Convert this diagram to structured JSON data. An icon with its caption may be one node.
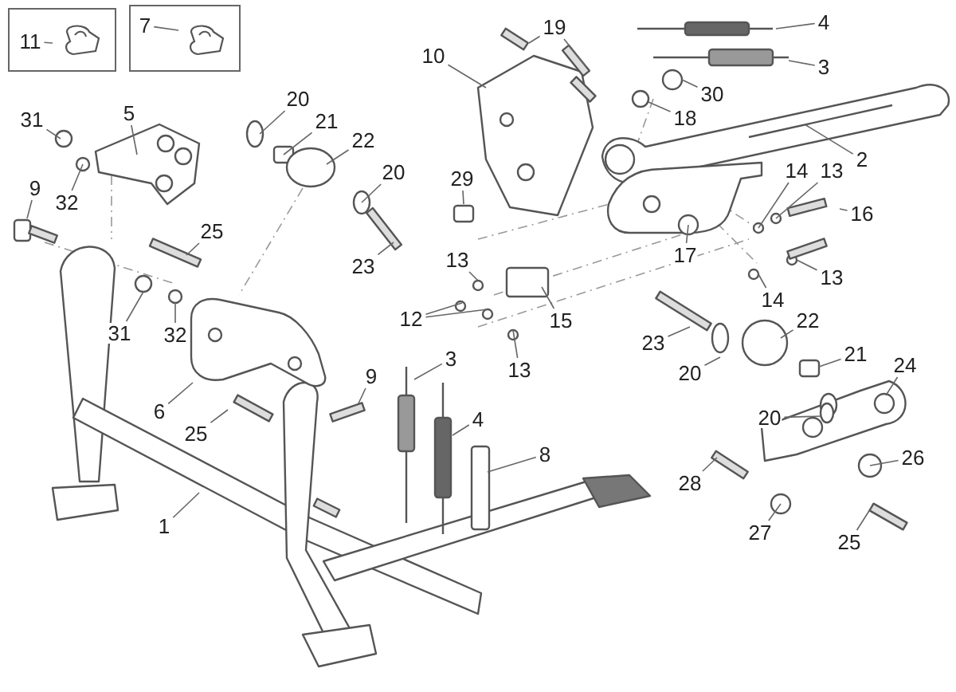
{
  "diagram": {
    "nodes": [
      {
        "text": [],
        "shape": "box"
      },
      {
        "text": [
          "11"
        ],
        "in": 0
      },
      {
        "text": [],
        "shape": "box"
      },
      {
        "text": [
          "7"
        ],
        "in": 2
      },
      {
        "text": [
          "19"
        ]
      },
      {
        "text": [
          "4"
        ]
      },
      {
        "text": [
          "10"
        ]
      },
      {
        "text": [
          "3"
        ]
      },
      {
        "text": [
          "20"
        ]
      },
      {
        "text": [
          "30"
        ]
      },
      {
        "text": [
          "18"
        ]
      },
      {
        "text": [
          "5"
        ]
      },
      {
        "text": [
          "31"
        ]
      },
      {
        "text": [
          "21"
        ]
      },
      {
        "text": [
          "22"
        ]
      },
      {
        "text": [
          "2"
        ]
      },
      {
        "text": [
          "14"
        ]
      },
      {
        "text": [
          "13"
        ]
      },
      {
        "text": [
          "20"
        ]
      },
      {
        "text": [
          "29"
        ]
      },
      {
        "text": [
          "9"
        ]
      },
      {
        "text": [
          "32"
        ]
      },
      {
        "text": [
          "16"
        ]
      },
      {
        "text": [
          "25"
        ]
      },
      {
        "text": [
          "17"
        ]
      },
      {
        "text": [
          "13"
        ]
      },
      {
        "text": [
          "23"
        ]
      },
      {
        "text": [
          "13"
        ]
      },
      {
        "text": [
          "14"
        ]
      },
      {
        "text": [
          "12"
        ]
      },
      {
        "text": [
          "15"
        ]
      },
      {
        "text": [
          "22"
        ]
      },
      {
        "text": [
          "31"
        ]
      },
      {
        "text": [
          "32"
        ]
      },
      {
        "text": [
          "23"
        ]
      },
      {
        "text": [
          "21"
        ]
      },
      {
        "text": [
          "3"
        ]
      },
      {
        "text": [
          "13"
        ]
      },
      {
        "text": [
          "24"
        ]
      },
      {
        "text": [
          "20"
        ]
      },
      {
        "text": [
          "9"
        ]
      },
      {
        "text": [
          "6"
        ]
      },
      {
        "text": [
          "4"
        ]
      },
      {
        "text": [
          "20"
        ]
      },
      {
        "text": [
          "25"
        ]
      },
      {
        "text": [
          "8"
        ]
      },
      {
        "text": [
          "26"
        ]
      },
      {
        "text": [
          "28"
        ]
      },
      {
        "text": [
          "1"
        ]
      },
      {
        "text": [
          "27"
        ]
      },
      {
        "text": [
          "25"
        ]
      }
    ],
    "edges": [
      {
        "from": 1,
        "to": null,
        "arrow": "none"
      },
      {
        "from": 3,
        "to": null,
        "arrow": "none"
      },
      {
        "from": 4,
        "to": null,
        "arrow": "none"
      },
      {
        "from": 4,
        "to": null,
        "arrow": "none"
      },
      {
        "from": 5,
        "to": null,
        "arrow": "none"
      },
      {
        "from": 6,
        "to": null,
        "arrow": "none"
      },
      {
        "from": 7,
        "to": null,
        "arrow": "none"
      },
      {
        "from": 8,
        "to": null,
        "arrow": "none"
      },
      {
        "from": 9,
        "to": null,
        "arrow": "none"
      },
      {
        "from": 10,
        "to": null,
        "arrow": "none"
      },
      {
        "from": 11,
        "to": null,
        "arrow": "none"
      },
      {
        "from": 12,
        "to": null,
        "arrow": "none"
      },
      {
        "from": 13,
        "to": null,
        "arrow": "none"
      },
      {
        "from": 14,
        "to": null,
        "arrow": "none"
      },
      {
        "from": 15,
        "to": null,
        "arrow": "none"
      },
      {
        "from": 16,
        "to": null,
        "arrow": "none"
      },
      {
        "from": 17,
        "to": null,
        "arrow": "none"
      },
      {
        "from": 18,
        "to": null,
        "arrow": "none"
      },
      {
        "from": 19,
        "to": null,
        "arrow": "none"
      },
      {
        "from": 20,
        "to": null,
        "arrow": "none"
      },
      {
        "from": 21,
        "to": null,
        "arrow": "none"
      },
      {
        "from": 22,
        "to": null,
        "arrow": "none"
      },
      {
        "from": 23,
        "to": null,
        "arrow": "none"
      },
      {
        "from": 24,
        "to": null,
        "arrow": "none"
      },
      {
        "from": 25,
        "to": null,
        "arrow": "none"
      },
      {
        "from": 26,
        "to": null,
        "arrow": "none"
      },
      {
        "from": 27,
        "to": null,
        "arrow": "none"
      },
      {
        "from": 28,
        "to": null,
        "arrow": "none"
      },
      {
        "from": 29,
        "to": null,
        "arrow": "none"
      },
      {
        "from": 29,
        "to": null,
        "arrow": "none"
      },
      {
        "from": 30,
        "to": null,
        "arrow": "none"
      },
      {
        "from": 31,
        "to": null,
        "arrow": "none"
      },
      {
        "from": 32,
        "to": null,
        "arrow": "none"
      },
      {
        "from": 33,
        "to": null,
        "arrow": "none"
      },
      {
        "from": 34,
        "to": null,
        "arrow": "none"
      },
      {
        "from": 35,
        "to": null,
        "arrow": "none"
      },
      {
        "from": 36,
        "to": null,
        "arrow": "none"
      },
      {
        "from": 37,
        "to": null,
        "arrow": "none"
      },
      {
        "from": 38,
        "to": null,
        "arrow": "none"
      },
      {
        "from": 39,
        "to": null,
        "arrow": "none"
      },
      {
        "from": 40,
        "to": null,
        "arrow": "none"
      },
      {
        "from": 41,
        "to": null,
        "arrow": "none"
      },
      {
        "from": 42,
        "to": null,
        "arrow": "none"
      },
      {
        "from": 43,
        "to": null,
        "arrow": "none"
      },
      {
        "from": 44,
        "to": null,
        "arrow": "none"
      },
      {
        "from": 45,
        "to": null,
        "arrow": "none"
      },
      {
        "from": 46,
        "to": null,
        "arrow": "none"
      },
      {
        "from": 47,
        "to": null,
        "arrow": "none"
      },
      {
        "from": 48,
        "to": null,
        "arrow": "none"
      },
      {
        "from": 49,
        "to": null,
        "arrow": "none"
      },
      {
        "from": 50,
        "to": null,
        "arrow": "none"
      }
    ]
  }
}
